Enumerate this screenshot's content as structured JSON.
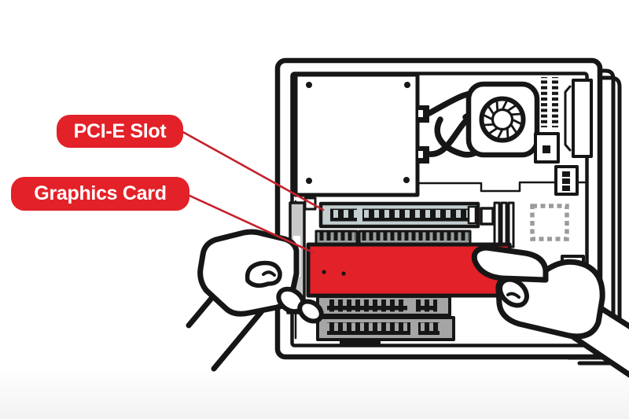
{
  "labels": {
    "pcie_slot": {
      "text": "PCI-E Slot"
    },
    "graphics_card": {
      "text": "Graphics Card"
    }
  },
  "colors": {
    "accent_red": "#e32128",
    "leader_red": "#c5222c",
    "outline_black": "#161616",
    "slot_gray": "#c4ced1",
    "metal_gray": "#a5a5a5",
    "fingers_gray": "#989d9d",
    "bracket_gray": "#c9c9c9",
    "pad_gray": "#9b9b9b"
  },
  "parts": [
    "pc-case",
    "power-supply-unit",
    "cpu-fan",
    "fan-wires",
    "pin-header",
    "ram-slot-bracket",
    "fan-header",
    "chip-pads",
    "dimm-slats",
    "pcie-slot",
    "card-edge-connector",
    "graphics-card",
    "card-bracket",
    "expansion-slot-1",
    "expansion-slot-2",
    "left-hand",
    "right-hand"
  ]
}
